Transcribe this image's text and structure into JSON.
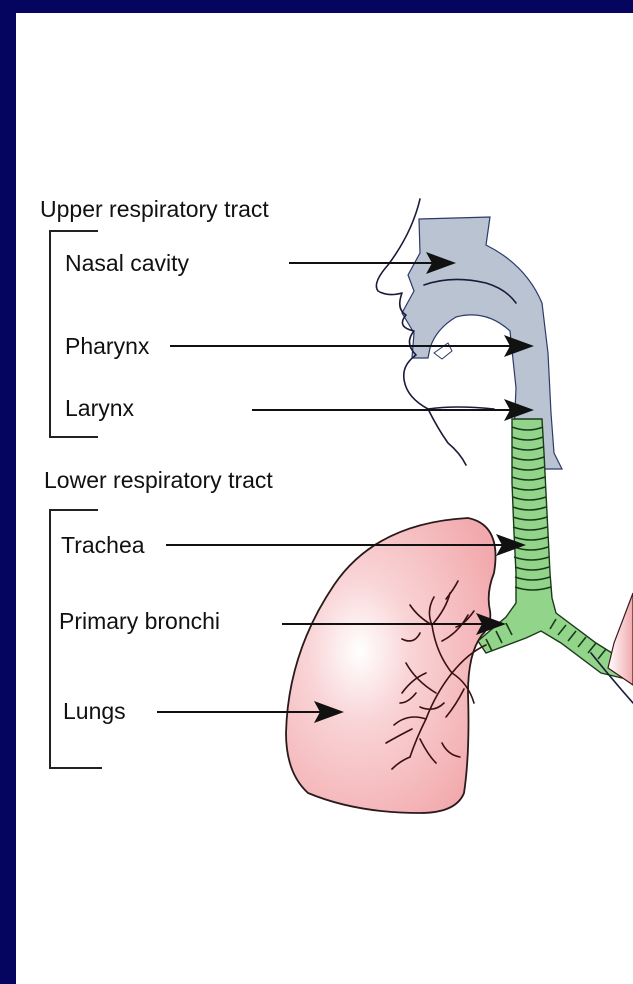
{
  "diagram": {
    "groups": {
      "upper": "Upper respiratory tract",
      "lower": "Lower respiratory tract"
    },
    "labels": {
      "nasal_cavity": "Nasal cavity",
      "pharynx": "Pharynx",
      "larynx": "Larynx",
      "trachea": "Trachea",
      "primary_bronchi": "Primary bronchi",
      "lungs": "Lungs"
    },
    "colors": {
      "frame": "#05055f",
      "airway": "#b9c3d2",
      "trachea": "#92d58a",
      "lung": "#f4b7ba"
    }
  }
}
